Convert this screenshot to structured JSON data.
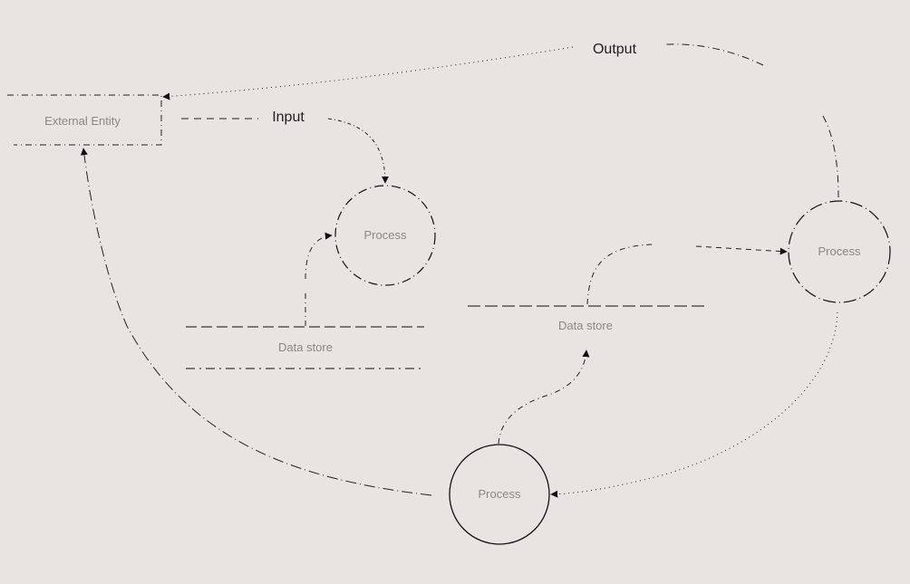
{
  "entity": {
    "label": "External Entity"
  },
  "flows": {
    "input_label": "Input",
    "output_label": "Output"
  },
  "processes": [
    {
      "label": "Process"
    },
    {
      "label": "Process"
    },
    {
      "label": "Process"
    }
  ],
  "stores": [
    {
      "label": "Data store"
    },
    {
      "label": "Data store"
    }
  ],
  "colors": {
    "background": "#e8e4e1",
    "stroke": "#1a1a1a",
    "faint_text": "#8a8886"
  }
}
